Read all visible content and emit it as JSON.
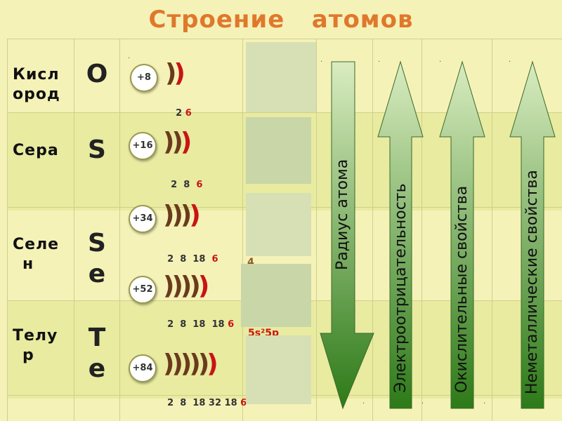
{
  "title": "Строение   атомов",
  "rows": [
    {
      "name": [
        "Кисл",
        "ород"
      ],
      "symbol": [
        "O"
      ],
      "charge": "+8",
      "electrons_plain": "2 ",
      "electrons_red": "6"
    },
    {
      "name": [
        "Сера"
      ],
      "symbol": [
        "S"
      ],
      "charge": "+16",
      "electrons_plain": "2  8  ",
      "electrons_red": "6"
    },
    {
      "name": [
        "Селе",
        "н"
      ],
      "symbol": [
        "S",
        "e"
      ],
      "charge": "+34",
      "electrons_plain": "2  8  18  ",
      "electrons_red": "6"
    },
    {
      "extra_charge": "+52",
      "electrons_plain": "2  8  18  18 ",
      "electrons_red": "6"
    },
    {
      "name": [
        "Телу",
        "р"
      ],
      "symbol": [
        "T",
        "e"
      ],
      "charge": "+84",
      "electrons_plain": "2  8  18 32 18 ",
      "electrons_red": "6"
    }
  ],
  "partial_text": {
    "digit": "4",
    "formula": "5s²5p"
  },
  "arrows": [
    {
      "label": "Радиус   атома",
      "direction": "down"
    },
    {
      "label": "Электроотрицательность",
      "direction": "up"
    },
    {
      "label": "Окислительные   свойства",
      "direction": "up"
    },
    {
      "label": "Неметаллические   свойства",
      "direction": "up"
    }
  ],
  "colors": {
    "title": "#e0782c",
    "accent_red": "#c91414",
    "arrow_green_dark": "#2f7a1c",
    "arrow_green_light": "#cfe6b0"
  }
}
